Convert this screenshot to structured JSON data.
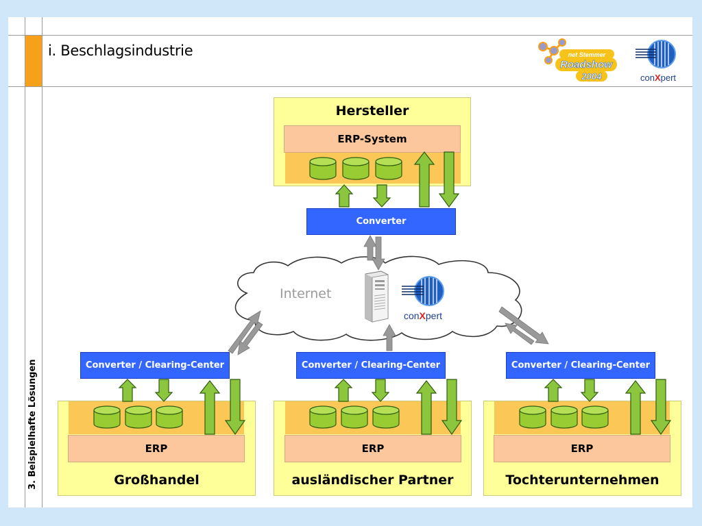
{
  "slide": {
    "title": "i. Beschlagsindustrie",
    "side_label": "3. Beispielhafte Lösungen"
  },
  "logos": {
    "roadshow_top": "net Stemmer",
    "roadshow_main": "Roadshow",
    "roadshow_year": "2004",
    "conxpert_pre": "con",
    "conxpert_x": "X",
    "conxpert_post": "pert"
  },
  "hersteller": {
    "title": "Hersteller",
    "erp_label": "ERP-System",
    "converter_label": "Converter"
  },
  "internet": {
    "label": "Internet"
  },
  "partners": [
    {
      "title": "Großhandel",
      "converter_label": "Converter / Clearing-Center",
      "erp_label": "ERP"
    },
    {
      "title": "ausländischer Partner",
      "converter_label": "Converter / Clearing-Center",
      "erp_label": "ERP"
    },
    {
      "title": "Tochterunternehmen",
      "converter_label": "Converter / Clearing-Center",
      "erp_label": "ERP"
    }
  ],
  "colors": {
    "background": "#cfe7f8",
    "accent_orange": "#f7a11a",
    "company_fill": "#ffff99",
    "erp_band": "#fbc757",
    "erp_box": "#fcc79c",
    "converter_blue": "#3366ff",
    "arrow_green": "#8cc63f",
    "arrow_gray": "#999999",
    "database_green": "#99cc33"
  }
}
